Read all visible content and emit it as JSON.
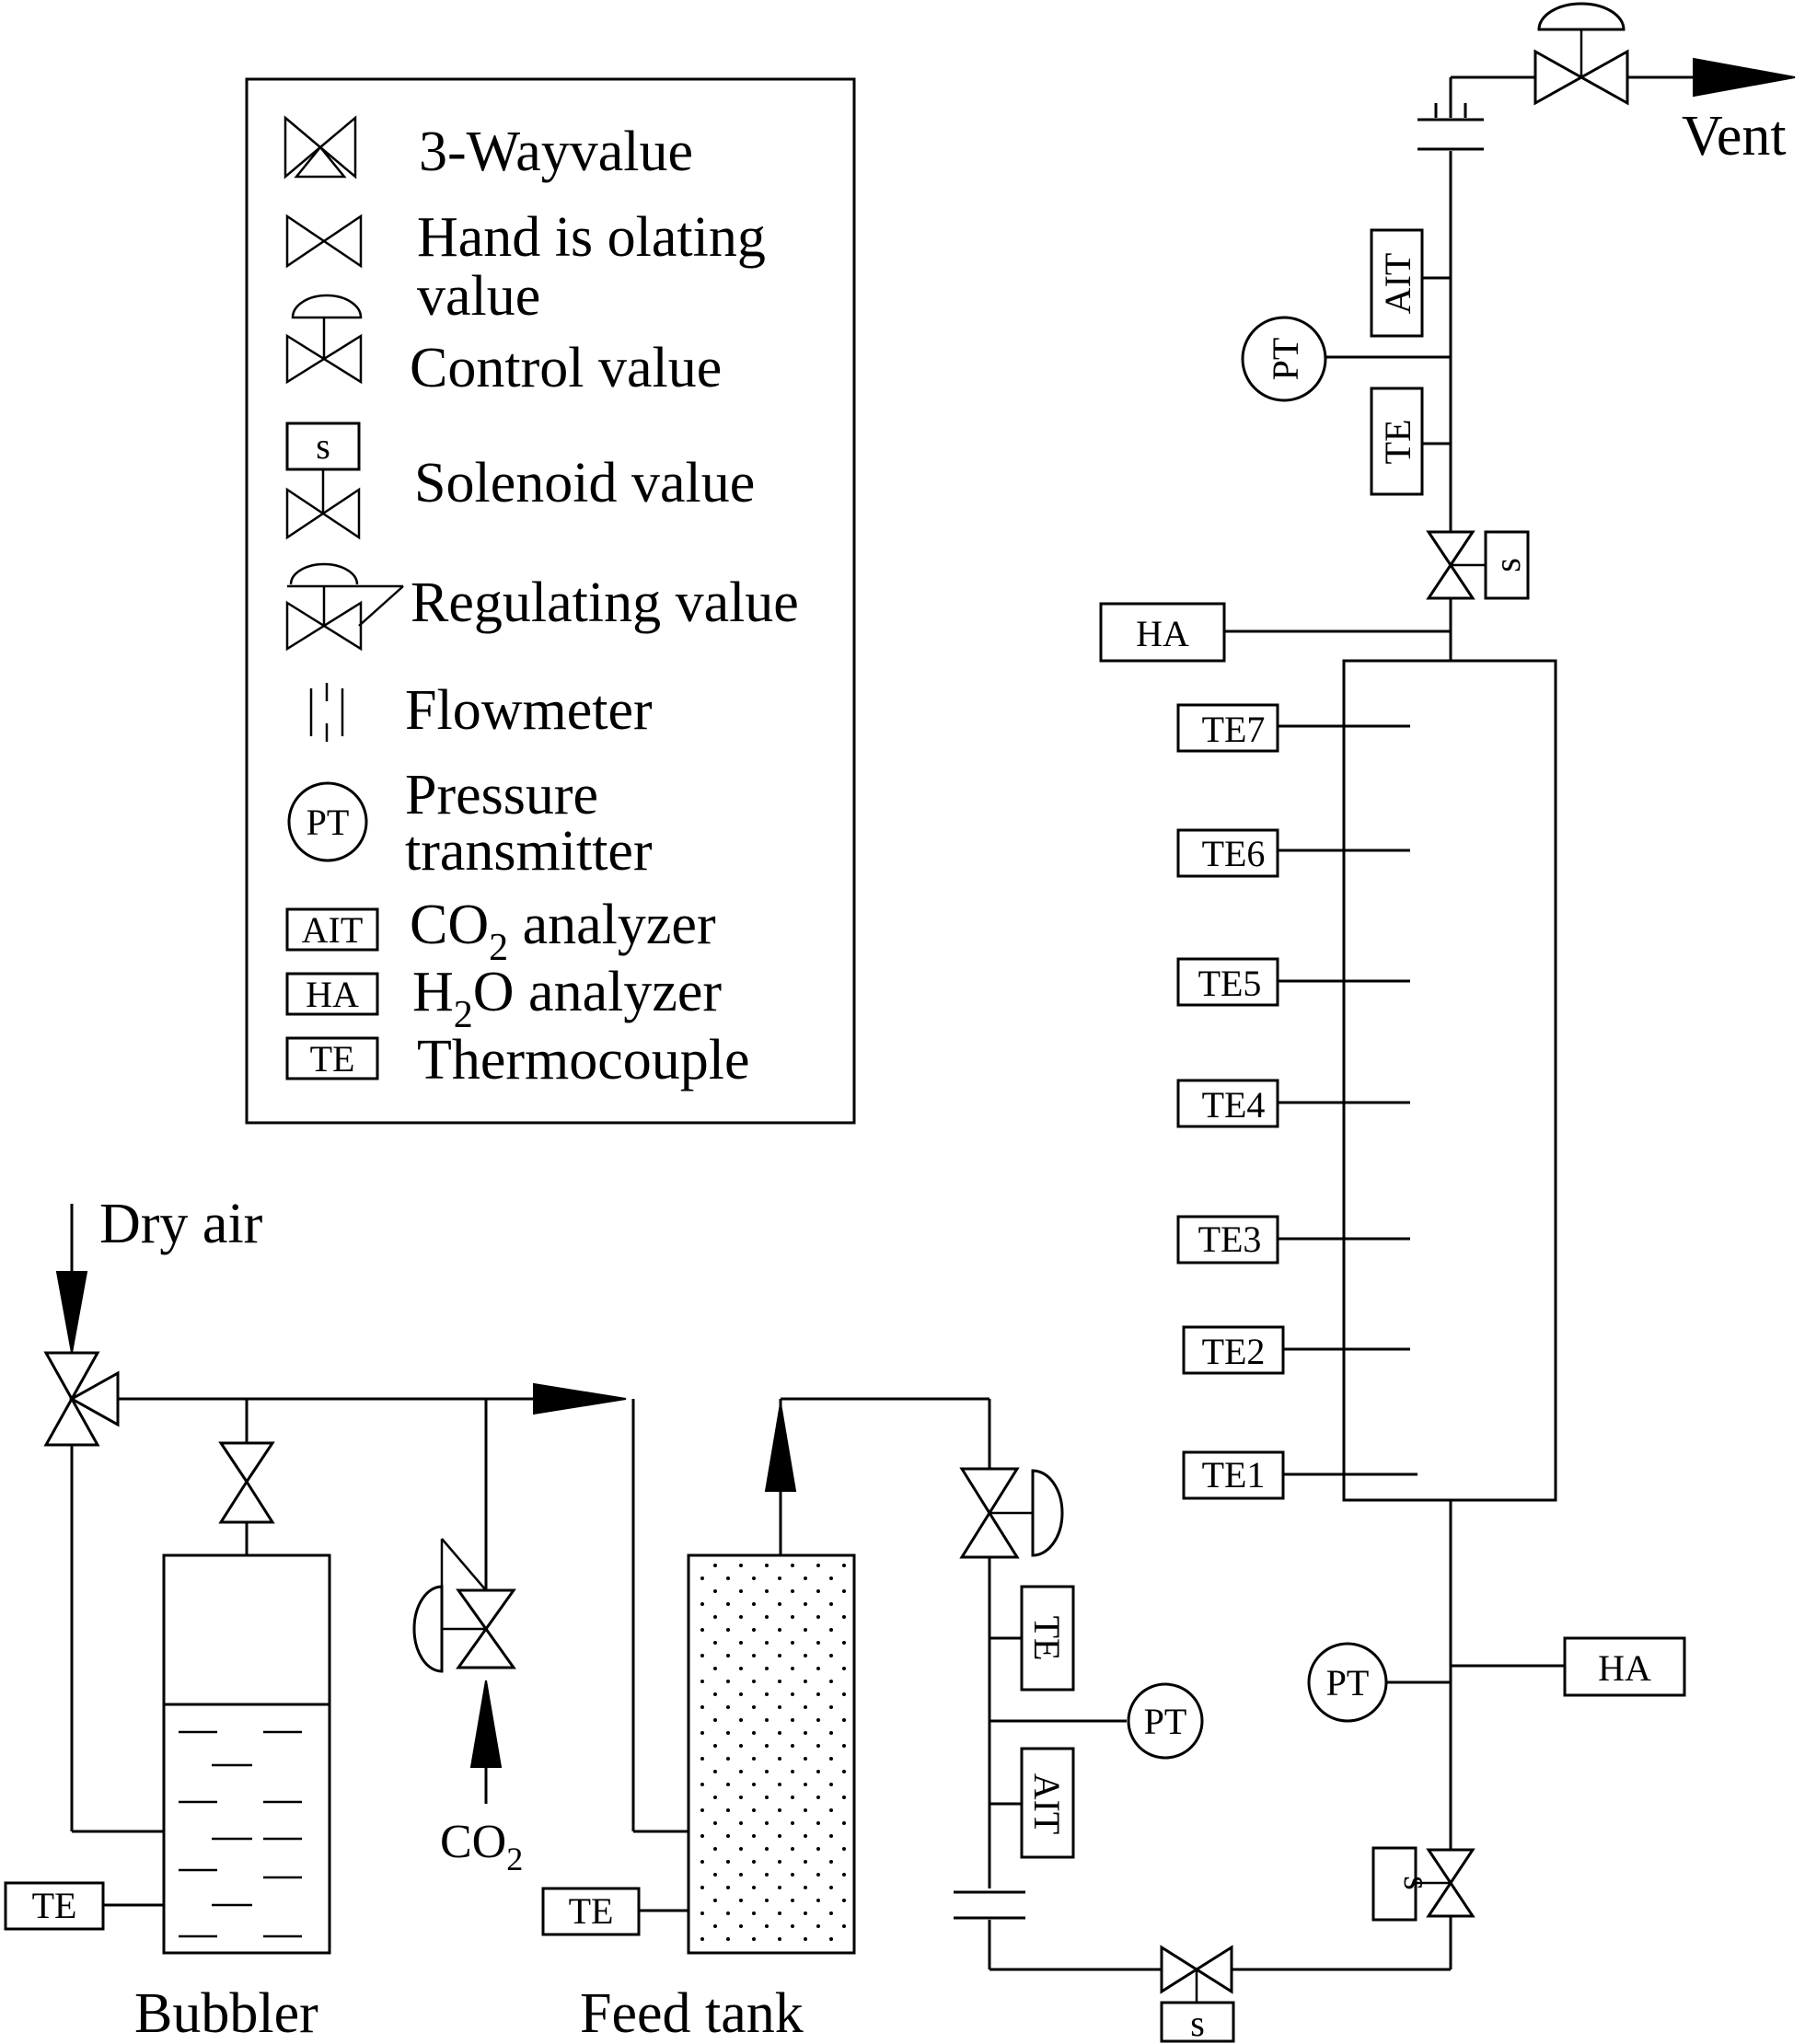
{
  "legend": {
    "three_way": "3-Wayvalue",
    "hand_line1": "Hand is olating",
    "hand_line2": "value",
    "control": "Control value",
    "solenoid_tag": "s",
    "solenoid": "Solenoid value",
    "regulating": "Regulating value",
    "flowmeter": "Flowmeter",
    "pt_tag": "PT",
    "pressure_line1": "Pressure",
    "pressure_line2": "transmitter",
    "ait_tag": "AIT",
    "co2_a": "CO",
    "co2_sub": "2",
    "co2_b": " analyzer",
    "ha_tag": "HA",
    "h2o_a": "H",
    "h2o_sub": "2",
    "h2o_b": "O analyzer",
    "te_tag": "TE",
    "thermocouple": "Thermocouple"
  },
  "labels": {
    "vent": "Vent",
    "dry_air": "Dry air",
    "co2_main": "CO",
    "co2_sub": "2",
    "bubbler": "Bubbler",
    "feed_tank": "Feed tank"
  },
  "instruments": {
    "ait_top": "AIT",
    "pt_top": "PT",
    "te_top": "TE",
    "s_top": "s",
    "ha_top": "HA",
    "te7": "TE7",
    "te6": "TE6",
    "te5": "TE5",
    "te4": "TE4",
    "te3": "TE3",
    "te2": "TE2",
    "te1": "TE1",
    "pt_right": "PT",
    "ha_right": "HA",
    "s_right": "s",
    "s_bottom": "s",
    "te_mid": "TE",
    "pt_mid": "PT",
    "ait_mid": "AIT",
    "te_bubbler": "TE",
    "te_feed": "TE"
  }
}
